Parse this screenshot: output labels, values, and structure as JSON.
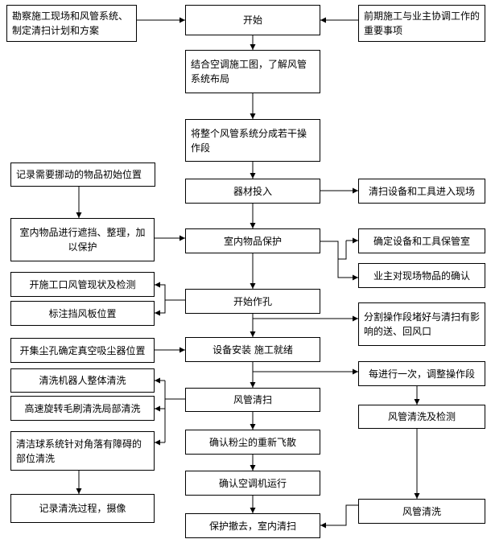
{
  "nodes": {
    "n_survey": "勘察施工现场和风管系统、制定清扫计划和方案",
    "n_start": "开始",
    "n_prior": "前期施工与业主协调工作的重要事项",
    "n_plan": "结合空调施工图，了解风管系统布局",
    "n_split": "将整个风管系统分成若干操作段",
    "n_record_pos": "记录需要挪动的物品初始位置",
    "n_equip_in": "器材投入",
    "n_clean_equip": "清扫设备和工具进入现场",
    "n_cover": "室内物品进行遮挡、整理，加以保护",
    "n_protect": "室内物品保护",
    "n_storage": "确定设备和工具保管室",
    "n_owner_confirm": "业主对现场物品的确认",
    "n_open_inspect": "开施工口风管现状及检测",
    "n_drill": "开始作孔",
    "n_damper": "标注挡风板位置",
    "n_seal": "分割操作段堵好与清扫有影响的送、回风口",
    "n_vacuum_pos": "开集尘孔确定真空吸尘器位置",
    "n_install": "设备安装  施工就绪",
    "n_robot": "清洗机器人整体清洗",
    "n_adjust": "每进行一次，调整操作段",
    "n_brush": "高速旋转毛刷清洗局部清洗",
    "n_sweep": "风管清扫",
    "n_wash_inspect": "风管清洗及检测",
    "n_ball": "清洁球系统针对角落有障碍的部位清洗",
    "n_dust": "确认粉尘的重新飞散",
    "n_ac_run": "确认空调机运行",
    "n_record_clean": "记录清洗过程，摄像",
    "n_duct_clean": "风管清洗",
    "n_finish": "保护撤去，室内清扫"
  },
  "colors": {
    "line": "#000000",
    "box_border": "#000000",
    "box_fill": "#ffffff",
    "text": "#000000"
  }
}
